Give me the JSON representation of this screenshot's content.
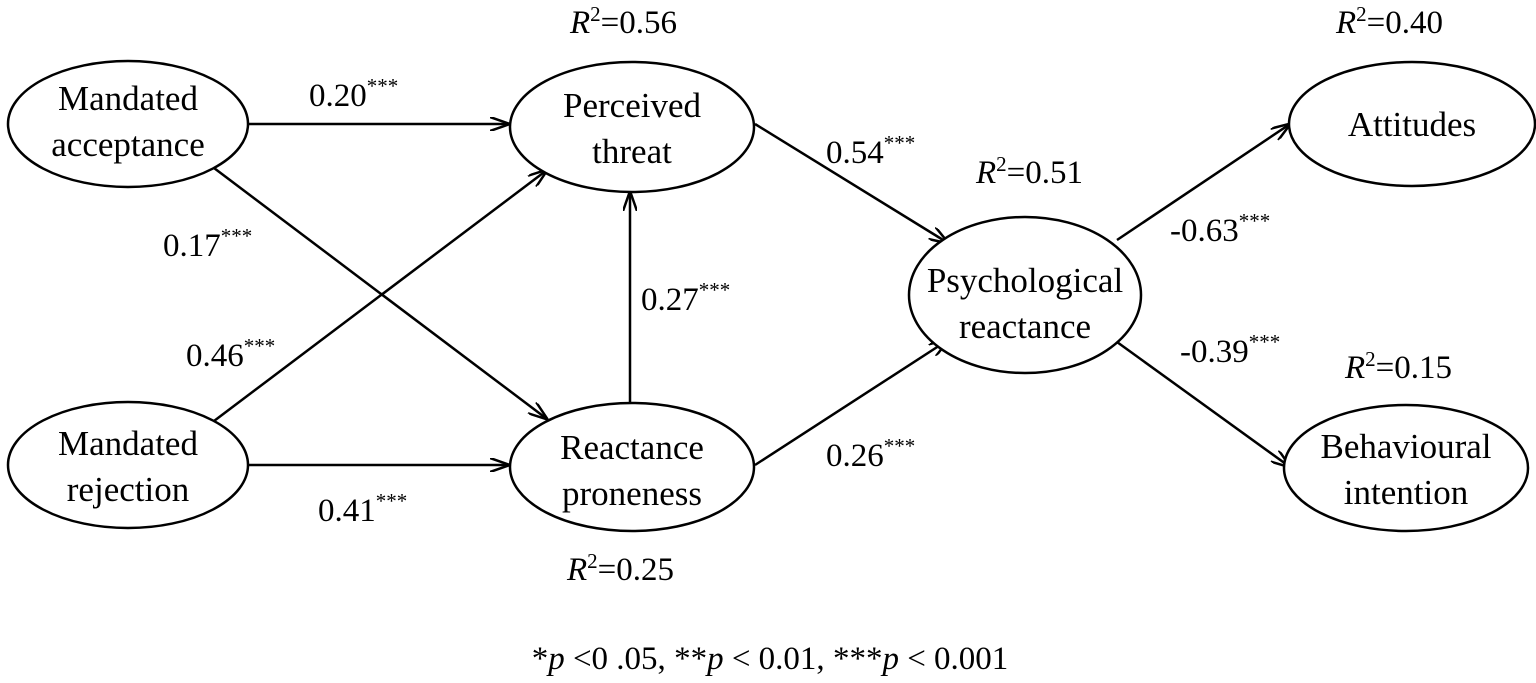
{
  "nodes": {
    "mandated_acceptance": {
      "lines": [
        "Mandated",
        "acceptance"
      ]
    },
    "mandated_rejection": {
      "lines": [
        "Mandated",
        "rejection"
      ]
    },
    "perceived_threat": {
      "lines": [
        "Perceived",
        "threat"
      ]
    },
    "reactance_proneness": {
      "lines": [
        "Reactance",
        "proneness"
      ]
    },
    "psychological_reactance": {
      "lines": [
        "Psychological",
        "reactance"
      ]
    },
    "attitudes": {
      "lines": [
        "Attitudes"
      ]
    },
    "behavioural_intention": {
      "lines": [
        "Behavioural",
        "intention"
      ]
    }
  },
  "coefficients": {
    "acceptance_to_threat": {
      "value": "0.20",
      "sig": "***"
    },
    "acceptance_to_proneness": {
      "value": "0.17",
      "sig": "***"
    },
    "rejection_to_threat": {
      "value": "0.46",
      "sig": "***"
    },
    "rejection_to_proneness": {
      "value": "0.41",
      "sig": "***"
    },
    "proneness_to_threat": {
      "value": "0.27",
      "sig": "***"
    },
    "threat_to_reactance": {
      "value": "0.54",
      "sig": "***"
    },
    "proneness_to_reactance": {
      "value": "0.26",
      "sig": "***"
    },
    "reactance_to_attitudes": {
      "value": "-0.63",
      "sig": "***"
    },
    "reactance_to_intention": {
      "value": "-0.39",
      "sig": "***"
    }
  },
  "r_squared": {
    "symbol": "R",
    "exponent": "2",
    "perceived_threat": "=0.56",
    "reactance_proneness": "=0.25",
    "psychological_reactance": "=0.51",
    "attitudes": "=0.40",
    "behavioural_intention": "=0.15"
  },
  "legend": {
    "p_symbol": "p",
    "part1_prefix": "*",
    "part1_suffix": " <0 .05, ",
    "part2_prefix": "**",
    "part2_suffix": " < 0.01, ",
    "part3_prefix": "***",
    "part3_suffix": " < 0.001"
  },
  "colors": {
    "stroke": "#000000",
    "background": "#ffffff"
  }
}
